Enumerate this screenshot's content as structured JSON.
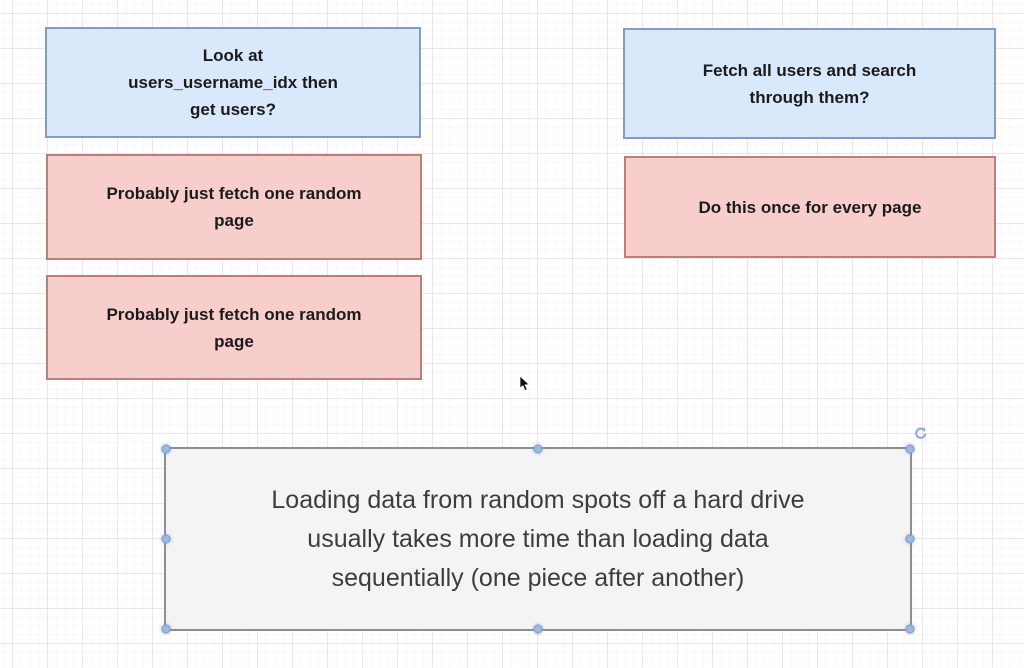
{
  "canvas": {
    "background": "#ffffff",
    "grid_color": "#eaddea"
  },
  "palette": {
    "question_fill": "#dae8fc",
    "question_border": "#849cc3",
    "answer_fill": "#f8cecc",
    "answer_border": "#ba7f79",
    "note_fill": "#f4f4f5",
    "note_border": "#8e8e90",
    "handle_fill": "#9db9de",
    "handle_border": "#7d9ccc"
  },
  "nodes": [
    {
      "label": "Look at\nusers_username_idx then\nget users?"
    },
    {
      "label": "Fetch all users and search\nthrough them?"
    },
    {
      "label": "Probably just fetch one random\npage"
    },
    {
      "label": "Do this once for every page"
    },
    {
      "label": "Probably just fetch one random\npage"
    },
    {
      "label": "Loading data from random spots off a hard drive\nusually takes more time than loading data\nsequentially (one piece after another)"
    }
  ],
  "selection": {
    "selected_node_index": 5,
    "handles": [
      "nw",
      "n",
      "ne",
      "w",
      "e",
      "sw",
      "s",
      "se"
    ],
    "rotate_handle": "rotate-clockwise"
  },
  "cursor": {
    "icon": "arrow-pointer"
  }
}
